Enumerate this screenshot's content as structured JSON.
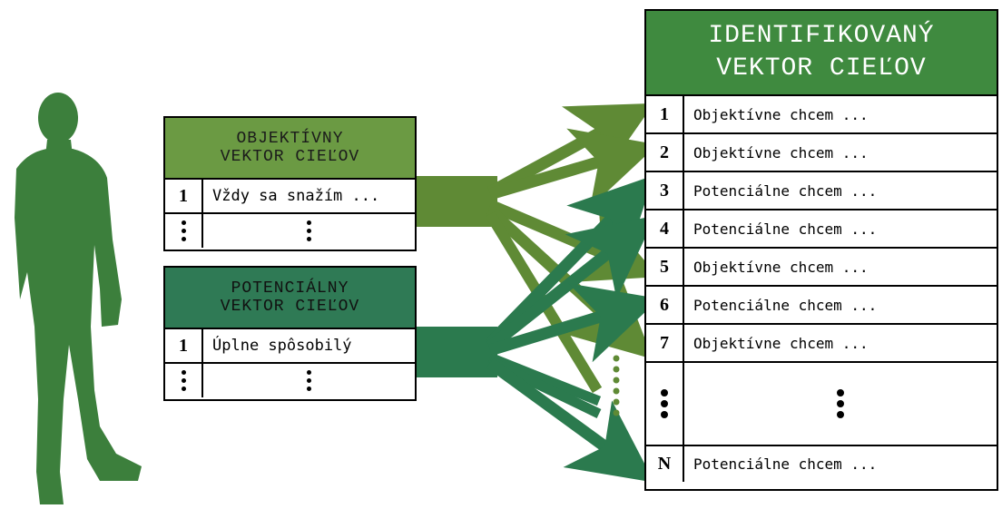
{
  "colors": {
    "objective": "#5f8a35",
    "objective_header": "#6b9a43",
    "potential": "#2b7a4e",
    "potential_header": "#2f7a55",
    "identified_header": "#3f8a3f",
    "person": "#3c7f3c"
  },
  "icons": {
    "person": "person-silhouette-icon"
  },
  "objective_table": {
    "title_line1": "OBJEKTÍVNY",
    "title_line2": "VEKTOR CIEĽOV",
    "rows": [
      {
        "num": "1",
        "text": "Vždy sa snažím ..."
      }
    ]
  },
  "potential_table": {
    "title_line1": "POTENCIÁLNY",
    "title_line2": "VEKTOR CIEĽOV",
    "rows": [
      {
        "num": "1",
        "text": "Úplne spôsobilý"
      }
    ]
  },
  "identified_table": {
    "title_line1": "IDENTIFIKOVANÝ",
    "title_line2": "VEKTOR CIEĽOV",
    "rows": [
      {
        "num": "1",
        "text": "Objektívne chcem ...",
        "type": "objective"
      },
      {
        "num": "2",
        "text": "Objektívne chcem ...",
        "type": "objective"
      },
      {
        "num": "3",
        "text": "Potenciálne chcem ...",
        "type": "potential"
      },
      {
        "num": "4",
        "text": "Potenciálne chcem ...",
        "type": "potential"
      },
      {
        "num": "5",
        "text": "Objektívne chcem ...",
        "type": "objective"
      },
      {
        "num": "6",
        "text": "Potenciálne chcem ...",
        "type": "potential"
      },
      {
        "num": "7",
        "text": "Objektívne chcem ...",
        "type": "objective"
      }
    ],
    "last_row": {
      "num": "N",
      "text": "Potenciálne chcem ...",
      "type": "potential"
    }
  }
}
